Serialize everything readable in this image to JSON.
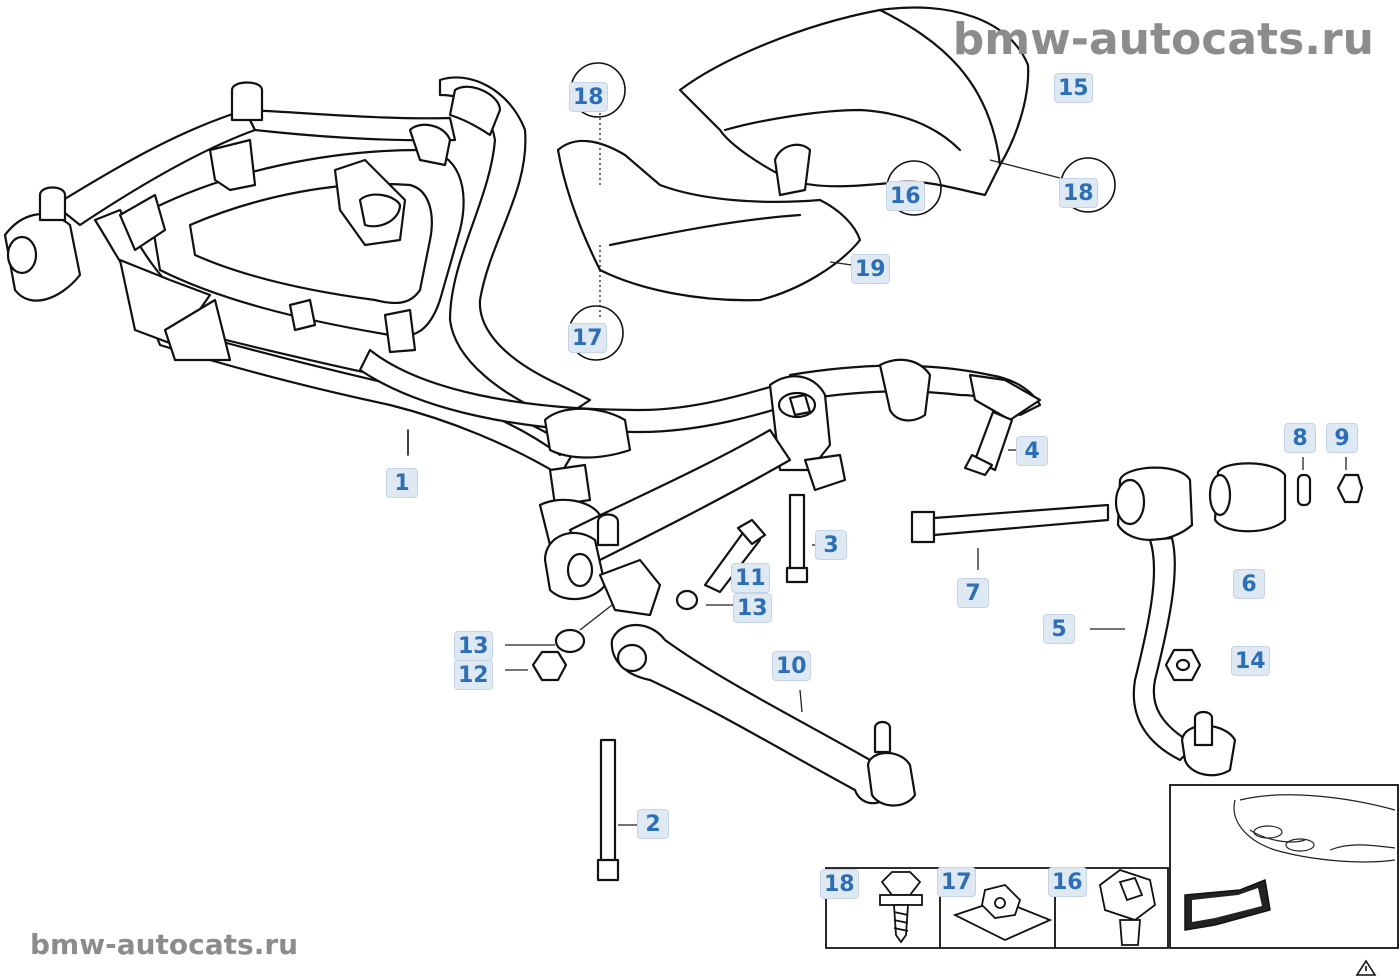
{
  "watermark": "bmw-autocats.ru",
  "callouts": [
    "1",
    "2",
    "3",
    "4",
    "5",
    "6",
    "7",
    "8",
    "9",
    "10",
    "11",
    "12",
    "13",
    "14",
    "15",
    "16",
    "17",
    "18",
    "19"
  ]
}
